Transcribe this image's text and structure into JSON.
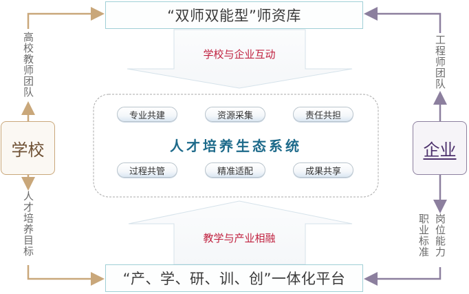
{
  "top_box": {
    "label": "“双师双能型”师资库"
  },
  "bottom_box": {
    "label": "“产、学、研、训、创”一体化平台"
  },
  "school": {
    "label": "学校",
    "color": "#c9a77a",
    "text_color": "#6e5033"
  },
  "enterprise": {
    "label": "企业",
    "color": "#8c7f9e",
    "text_color": "#4b2f6b"
  },
  "left_flows": {
    "up_label": "高校教师团队",
    "down_label": "人才培养目标"
  },
  "right_flows": {
    "up_label": "工程师团队",
    "down_label_1": "岗位能力",
    "down_label_2": "职业标准"
  },
  "down_arrow": {
    "label": "学校与企业互动"
  },
  "up_arrow": {
    "label": "教学与产业相融"
  },
  "ecosystem": {
    "title": "人才培养生态系统",
    "items": [
      {
        "label": "专业共建"
      },
      {
        "label": "资源采集"
      },
      {
        "label": "责任共担"
      },
      {
        "label": "过程共管"
      },
      {
        "label": "精准适配"
      },
      {
        "label": "成果共享"
      }
    ]
  },
  "colors": {
    "box_border": "#9fcfd6",
    "arrow_label": "#c0213f",
    "eco_title": "#1d6a8a",
    "school_line": "#c9a77a",
    "enterprise_line": "#8c7f9e"
  }
}
